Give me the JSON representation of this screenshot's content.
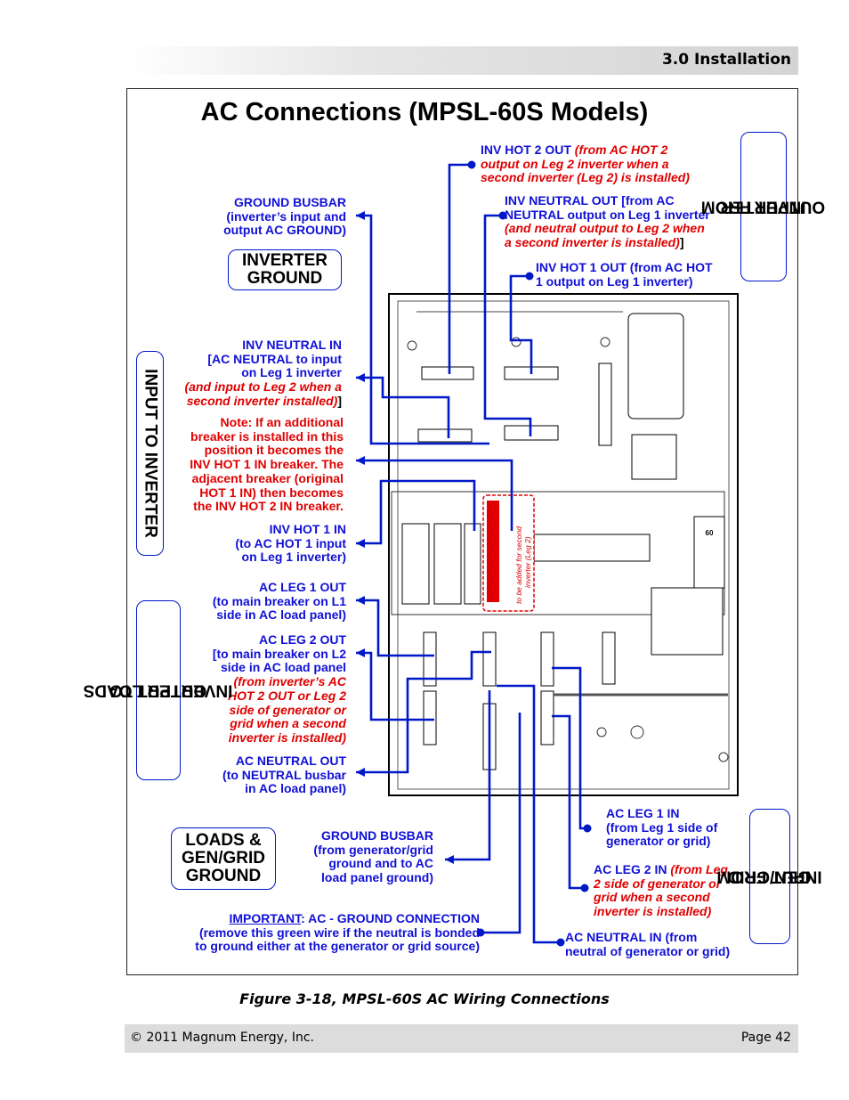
{
  "header": {
    "section_title": "3.0 Installation"
  },
  "diagram": {
    "title": "AC Connections (MPSL-60S Models)",
    "box_labels": {
      "inverter_ground": "INVERTER GROUND",
      "loads_ground_l1": "LOADS &",
      "loads_ground_l2": "GEN/GRID",
      "loads_ground_l3": "GROUND",
      "output_from_inverter_l1": "OUTPUT FROM",
      "output_from_inverter_l2": "INVERTER",
      "input_to_inverter": "INPUT TO INVERTER",
      "output_to_loads_l1": "OUTPUT TO",
      "output_to_loads_l2": "INVERTER LOADS",
      "input_from_gen_l1": "INPUT FROM",
      "input_from_gen_l2": "GEN/GRID"
    },
    "callouts": {
      "inv_hot2_out": {
        "blue": "INV HOT 2 OUT ",
        "red1": "(from AC HOT 2",
        "red2": "output on Leg 2 inverter when a",
        "red3": "second inverter (Leg 2) is installed)"
      },
      "ground_busbar_inv": {
        "l1": "GROUND BUSBAR",
        "l2": "(inverter’s input and",
        "l3": "output AC GROUND)"
      },
      "inv_neutral_out": {
        "l1": "INV NEUTRAL OUT [from AC",
        "l2": "NEUTRAL output on Leg 1 inverter",
        "red1": "(and neutral output to Leg 2 when",
        "red2": "a second inverter is installed)",
        "end": "]"
      },
      "inv_hot1_out": {
        "l1": "INV HOT 1 OUT (from AC HOT",
        "l2": "1 output on Leg 1 inverter)"
      },
      "inv_neutral_in": {
        "l1": "INV NEUTRAL IN ",
        "l2": "[AC NEUTRAL to input",
        "l3": "on Leg 1 inverter",
        "red1": "(and input to Leg 2 when a",
        "red2": "second inverter installed)",
        "end": "]"
      },
      "note": {
        "l1": "Note: If an additional",
        "l2": "breaker is installed in this",
        "l3": "position it becomes the",
        "l4": "INV HOT 1 IN breaker. The",
        "l5": "adjacent breaker (original",
        "l6": "HOT 1 IN) then becomes",
        "l7": "the INV HOT 2 IN breaker."
      },
      "inv_hot1_in": {
        "l1": "INV HOT 1 IN",
        "l2": "(to AC HOT 1 input",
        "l3": "on Leg 1 inverter)"
      },
      "ac_leg1_out": {
        "l1": "AC LEG 1 OUT",
        "l2": "(to main breaker on L1",
        "l3": "side in AC load panel)"
      },
      "ac_leg2_out": {
        "l1": "AC LEG 2 OUT",
        "l2": "[to main breaker on L2",
        "l3": "side in AC load panel",
        "red1": "(from inverter’s AC",
        "red2": "HOT 2 OUT or Leg 2",
        "red3": "side of generator or",
        "red4": "grid when a second",
        "red5": "inverter is installed)",
        "end": "]"
      },
      "ac_neutral_out": {
        "l1": "AC NEUTRAL OUT",
        "l2": "(to NEUTRAL busbar",
        "l3": "in AC load panel)"
      },
      "ground_busbar_gen": {
        "l1": "GROUND BUSBAR",
        "l2": "(from generator/grid",
        "l3": "ground and to AC",
        "l4": "load panel ground)"
      },
      "important": {
        "u": "IMPORTANT",
        "l1": ": AC - GROUND CONNECTION",
        "l2": "(remove this green wire if the neutral is bonded",
        "l3": "to ground either at the generator or grid source)"
      },
      "ac_leg1_in": {
        "l1": "AC LEG 1 IN",
        "l2": "(from Leg 1 side of",
        "l3": "generator or grid)"
      },
      "ac_leg2_in": {
        "blue": "AC LEG 2 IN ",
        "red1": "(from Leg",
        "red2": "2 side of generator or",
        "red3": "grid when a second",
        "red4": "inverter is installed)"
      },
      "ac_neutral_in": {
        "l1": "AC NEUTRAL IN (from",
        "l2": "neutral of generator or grid)"
      },
      "breaker_note": {
        "l1": "to be added for second",
        "l2": "inverter (Leg 2)"
      },
      "breaker_rating": "60"
    }
  },
  "figure_caption": "Figure 3-18, MPSL-60S AC Wiring Connections",
  "footer": {
    "copyright": "© 2011 Magnum Energy, Inc.",
    "page": "Page 42"
  },
  "colors": {
    "wire": "#0018c8",
    "note_red": "#e00000",
    "label_blue": "#1010d8"
  }
}
